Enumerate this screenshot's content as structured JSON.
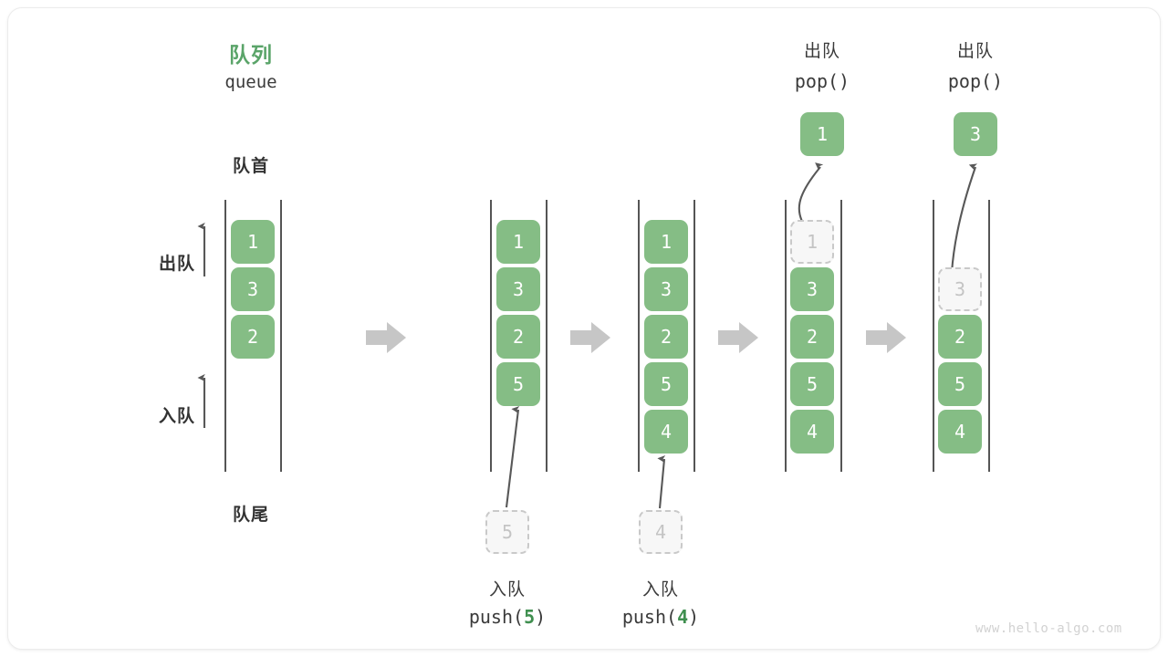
{
  "diagram": {
    "title_cn": "队列",
    "title_en": "queue",
    "front_label": "队首",
    "rear_label": "队尾",
    "dequeue_label": "出队",
    "enqueue_label": "入队",
    "watermark": "www.hello-algo.com",
    "accent_color": "#85bd85",
    "accent_text_color": "#5aa469",
    "ghost_color": "#c4c4c4",
    "arrow_color": "#c6c6c6",
    "rail_color": "#555555"
  },
  "states": [
    {
      "id": "initial",
      "cells": [
        {
          "value": "1",
          "ghost": false
        },
        {
          "value": "3",
          "ghost": false
        },
        {
          "value": "2",
          "ghost": false
        }
      ],
      "caption_cn": "",
      "caption_code": "",
      "caption_code_arg": "",
      "header_cn": "",
      "header_code": "",
      "popped": null,
      "incoming": null
    },
    {
      "id": "push-5",
      "cells": [
        {
          "value": "1",
          "ghost": false
        },
        {
          "value": "3",
          "ghost": false
        },
        {
          "value": "2",
          "ghost": false
        },
        {
          "value": "5",
          "ghost": false
        }
      ],
      "caption_cn": "入队",
      "caption_code_pre": "push(",
      "caption_code_arg": "5",
      "caption_code_post": ")",
      "header_cn": "",
      "header_code": "",
      "popped": null,
      "incoming": {
        "value": "5"
      }
    },
    {
      "id": "push-4",
      "cells": [
        {
          "value": "1",
          "ghost": false
        },
        {
          "value": "3",
          "ghost": false
        },
        {
          "value": "2",
          "ghost": false
        },
        {
          "value": "5",
          "ghost": false
        },
        {
          "value": "4",
          "ghost": false
        }
      ],
      "caption_cn": "入队",
      "caption_code_pre": "push(",
      "caption_code_arg": "4",
      "caption_code_post": ")",
      "header_cn": "",
      "header_code": "",
      "popped": null,
      "incoming": {
        "value": "4"
      }
    },
    {
      "id": "pop-1",
      "cells": [
        {
          "value": "1",
          "ghost": true
        },
        {
          "value": "3",
          "ghost": false
        },
        {
          "value": "2",
          "ghost": false
        },
        {
          "value": "5",
          "ghost": false
        },
        {
          "value": "4",
          "ghost": false
        }
      ],
      "caption_cn": "",
      "caption_code": "",
      "header_cn": "出队",
      "header_code": "pop()",
      "popped": {
        "value": "1"
      },
      "incoming": null
    },
    {
      "id": "pop-3",
      "cells": [
        {
          "value": "",
          "ghost": false,
          "empty": true
        },
        {
          "value": "3",
          "ghost": true
        },
        {
          "value": "2",
          "ghost": false
        },
        {
          "value": "5",
          "ghost": false
        },
        {
          "value": "4",
          "ghost": false
        }
      ],
      "caption_cn": "",
      "caption_code": "",
      "header_cn": "出队",
      "header_code": "pop()",
      "popped": {
        "value": "3"
      },
      "incoming": null
    }
  ],
  "flow_arrows": [
    {
      "name": "flow-arrow-1"
    },
    {
      "name": "flow-arrow-2"
    },
    {
      "name": "flow-arrow-3"
    },
    {
      "name": "flow-arrow-4"
    }
  ]
}
